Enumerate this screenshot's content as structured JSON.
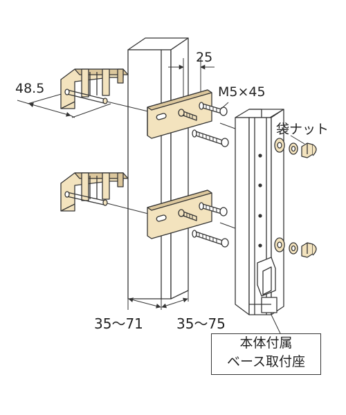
{
  "dimensions": {
    "flange_depth": "48.5",
    "bracket_offset": "25",
    "post_width_range": "35～71",
    "post_depth_range": "35～75"
  },
  "parts": {
    "screw": "M5×45",
    "cap_nut": "袋ナット"
  },
  "callout": {
    "line1": "本体付属",
    "line2": "ベース取付座"
  },
  "colors": {
    "bracket_fill": "#f3e3be",
    "bracket_shade": "#dcc79c",
    "outline": "#333333",
    "metal_fill": "#ffffff"
  }
}
